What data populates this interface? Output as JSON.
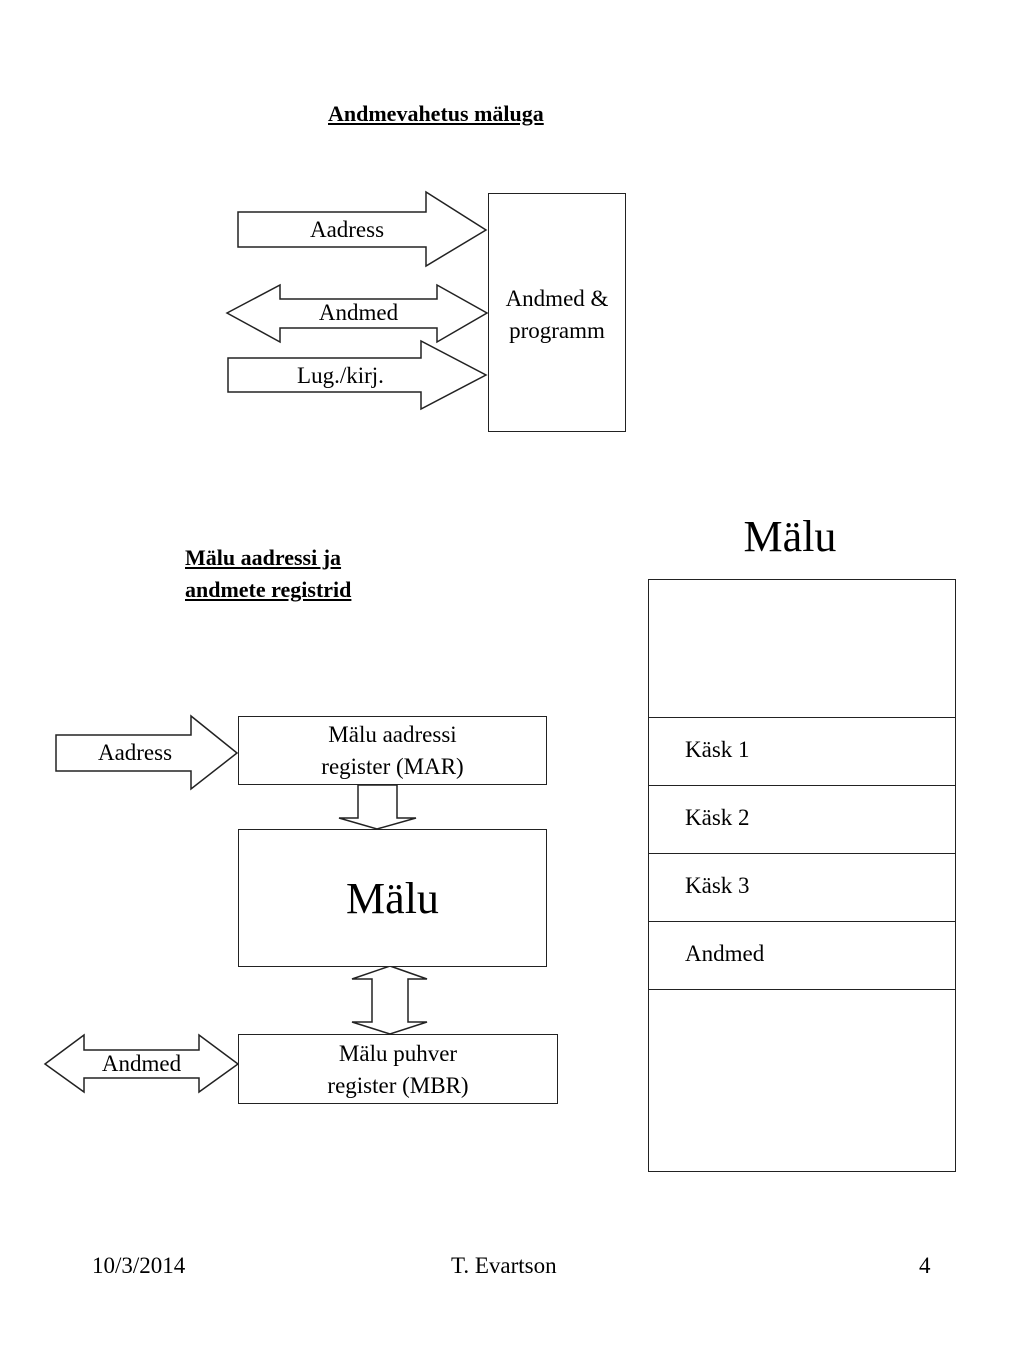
{
  "top_section": {
    "title": "Andmevahetus mäluga",
    "arrows": {
      "address": "Aadress",
      "data": "Andmed",
      "readwrite": "Lug./kirj."
    },
    "memory_box_lines": [
      "Andmed &",
      "programm"
    ]
  },
  "register_section": {
    "title_lines": [
      "Mälu aadressi ja ",
      "andmete registrid"
    ],
    "address_arrow": "Aadress",
    "mar_lines": [
      "Mälu aadressi",
      "register (MAR)"
    ],
    "memory_label": "Mälu",
    "data_arrow": "Andmed",
    "mbr_lines": [
      "Mälu puhver",
      "register (MBR)"
    ]
  },
  "memory_map": {
    "title": "Mälu",
    "cells": [
      "Käsk 1",
      "Käsk 2",
      "Käsk 3",
      "Andmed"
    ]
  },
  "footer": {
    "date": "10/3/2014",
    "author": "T. Evartson",
    "page": "4"
  }
}
